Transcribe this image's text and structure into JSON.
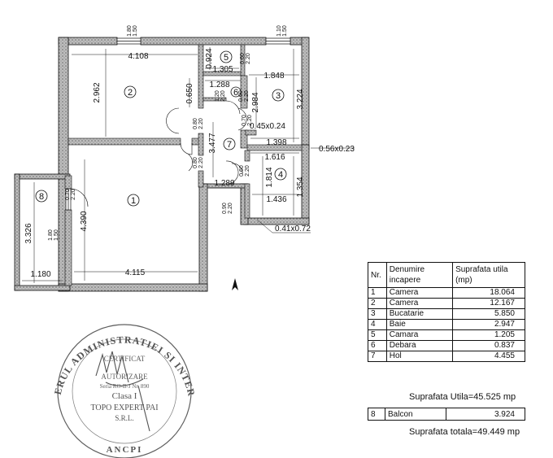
{
  "plan": {
    "window_dims": [
      {
        "id": "w2",
        "width": "1.80",
        "height": "1.50"
      },
      {
        "id": "w3",
        "width": "1.10",
        "height": "1.50"
      },
      {
        "id": "w8",
        "width": "1.80",
        "height": "1.50"
      }
    ],
    "door_dims": {
      "d5": [
        "0.60",
        "2.20"
      ],
      "d6a": [
        "1.20",
        "2.20"
      ],
      "d6b": [
        "0.60",
        "2.20"
      ],
      "d2": [
        "0.80",
        "2.20"
      ],
      "d3": [
        "0.70",
        "2.20"
      ],
      "d1": [
        "0.80",
        "2.20"
      ],
      "d4": [
        "0.60",
        "2.20"
      ],
      "d_entry": [
        "0.90",
        "2.20"
      ],
      "d8": [
        "0.70",
        "2.20"
      ]
    },
    "measurements": {
      "m_4108": "4.108",
      "m_2962": "2.962",
      "m_0650": "0.650",
      "m_0924": "0.924",
      "m_1305": "1.305",
      "m_1288": "1.288",
      "m_2984": "2.984",
      "m_1848": "1.848",
      "m_3224": "3.224",
      "m_045x024": "0.45x0.24",
      "m_1398": "1.398",
      "m_056x023": "0.56x0.23",
      "m_3477": "3.477",
      "m_1616": "1.616",
      "m_1814": "1.814",
      "m_1354": "1.354",
      "m_1436": "1.436",
      "m_1289": "1.289",
      "m_041x072": "0.41x0.72",
      "m_4390": "4.390",
      "m_3326": "3.326",
      "m_1180": "1.180",
      "m_4115": "4.115"
    },
    "room_numbers": {
      "r1": "1",
      "r2": "2",
      "r3": "3",
      "r4": "4",
      "r5": "5",
      "r6": "6",
      "r7": "7",
      "r8": "8"
    }
  },
  "stamp": {
    "outer_text": "MINISTERUL ADMINISTRATIEI SI INTERNELOR",
    "bottom_text": "ANCPI",
    "lines": [
      "CERTIFICAT",
      "AUTORIZARE",
      "Seria RO-B-J Nr. 890",
      "Clasa I",
      "TOPO EXPERT PAI",
      "S.R.L."
    ]
  },
  "table": {
    "headers": {
      "nr": "Nr.",
      "name": "Denumire incapere",
      "area": "Suprafata utila (mp)"
    },
    "rows": [
      {
        "nr": "1",
        "name": "Camera",
        "area": "18.064"
      },
      {
        "nr": "2",
        "name": "Camera",
        "area": "12.167"
      },
      {
        "nr": "3",
        "name": "Bucatarie",
        "area": "5.850"
      },
      {
        "nr": "4",
        "name": "Baie",
        "area": "2.947"
      },
      {
        "nr": "5",
        "name": "Camara",
        "area": "1.205"
      },
      {
        "nr": "6",
        "name": "Debara",
        "area": "0.837"
      },
      {
        "nr": "7",
        "name": "Hol",
        "area": "4.455"
      }
    ],
    "suprafata_utila": "Suprafata Utila=45.525 mp",
    "balcon": {
      "nr": "8",
      "name": "Balcon",
      "area": "3.924"
    },
    "suprafata_totala": "Suprafata totala=49.449 mp"
  }
}
